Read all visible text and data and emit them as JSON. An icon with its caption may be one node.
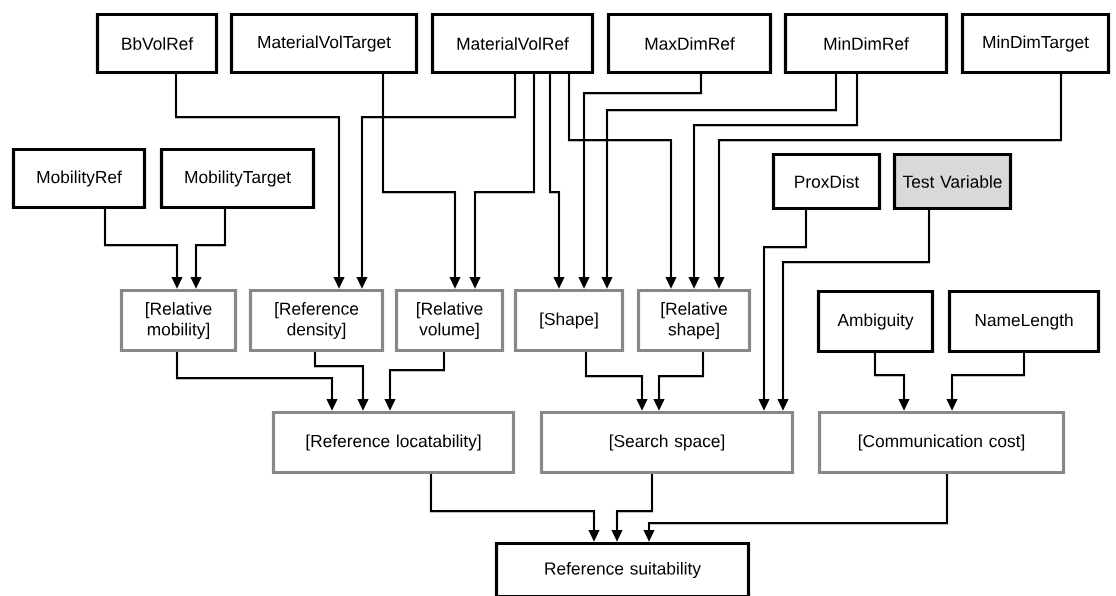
{
  "diagram": {
    "nodes": [
      {
        "text": [
          "BbVolRef"
        ]
      },
      {
        "text": [
          "MaterialVolTarget"
        ]
      },
      {
        "text": [
          "MaterialVolRef"
        ]
      },
      {
        "text": [
          "MaxDimRef"
        ]
      },
      {
        "text": [
          "MinDimRef"
        ]
      },
      {
        "text": [
          "MinDimTarget"
        ]
      },
      {
        "text": [
          "MobilityRef"
        ]
      },
      {
        "text": [
          "MobilityTarget"
        ]
      },
      {
        "text": [
          "ProxDist"
        ]
      },
      {
        "text": [
          "Test Variable"
        ]
      },
      {
        "text": [
          "[Relative mobility]"
        ]
      },
      {
        "text": [
          "[Reference density]"
        ]
      },
      {
        "text": [
          "[Relative volume]"
        ]
      },
      {
        "text": [
          "[Shape]"
        ]
      },
      {
        "text": [
          "[Relative shape]"
        ]
      },
      {
        "text": [
          "Ambiguity"
        ]
      },
      {
        "text": [
          "NameLength"
        ]
      },
      {
        "text": [
          "[Reference locatability]"
        ]
      },
      {
        "text": [
          "[Search space]"
        ]
      },
      {
        "text": [
          "[Communication cost]"
        ]
      },
      {
        "text": [
          "Reference suitability"
        ]
      }
    ],
    "edges": [
      {
        "from": 0,
        "to": 11,
        "arrow": "to"
      },
      {
        "from": 2,
        "to": 11,
        "arrow": "to"
      },
      {
        "from": 1,
        "to": 12,
        "arrow": "to"
      },
      {
        "from": 2,
        "to": 12,
        "arrow": "to"
      },
      {
        "from": 2,
        "to": 13,
        "arrow": "to"
      },
      {
        "from": 2,
        "to": 14,
        "arrow": "to"
      },
      {
        "from": 3,
        "to": 13,
        "arrow": "to"
      },
      {
        "from": 4,
        "to": 13,
        "arrow": "to"
      },
      {
        "from": 4,
        "to": 14,
        "arrow": "to"
      },
      {
        "from": 5,
        "to": 14,
        "arrow": "to"
      },
      {
        "from": 6,
        "to": 10,
        "arrow": "to"
      },
      {
        "from": 7,
        "to": 10,
        "arrow": "to"
      },
      {
        "from": 8,
        "to": 18,
        "arrow": "to"
      },
      {
        "from": 9,
        "to": 18,
        "arrow": "to"
      },
      {
        "from": 10,
        "to": 17,
        "arrow": "to"
      },
      {
        "from": 11,
        "to": 17,
        "arrow": "to"
      },
      {
        "from": 12,
        "to": 17,
        "arrow": "to"
      },
      {
        "from": 13,
        "to": 18,
        "arrow": "to"
      },
      {
        "from": 14,
        "to": 18,
        "arrow": "to"
      },
      {
        "from": 15,
        "to": 19,
        "arrow": "to"
      },
      {
        "from": 16,
        "to": 19,
        "arrow": "to"
      },
      {
        "from": 17,
        "to": 20,
        "arrow": "to"
      },
      {
        "from": 18,
        "to": 20,
        "arrow": "to"
      },
      {
        "from": 19,
        "to": 20,
        "arrow": "to"
      }
    ]
  }
}
